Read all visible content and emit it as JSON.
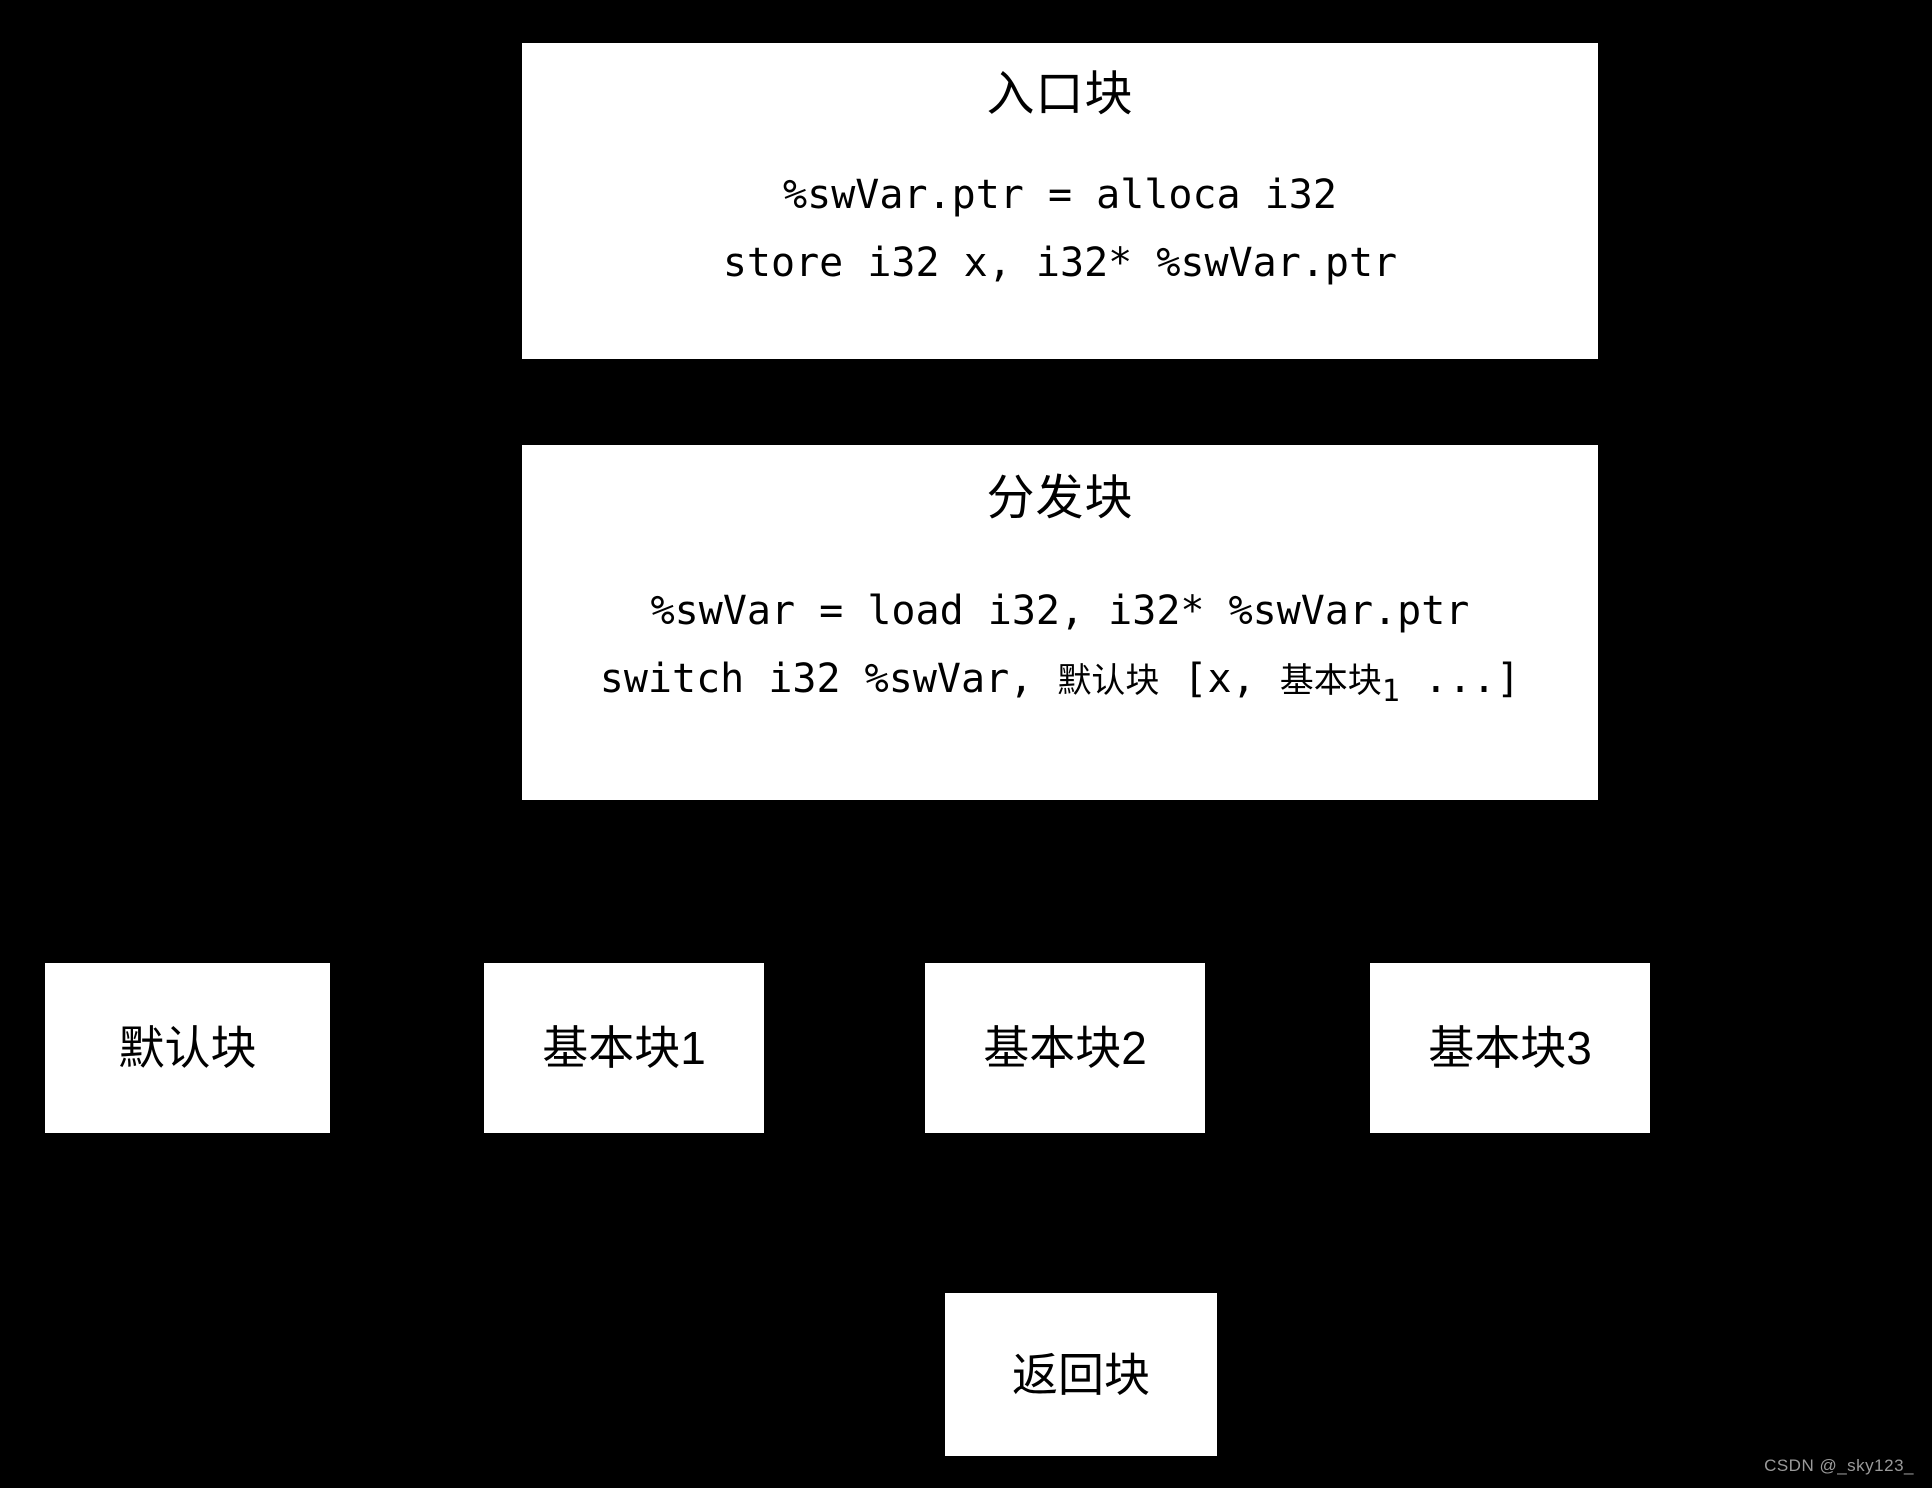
{
  "diagram": {
    "background_color": "#000000",
    "block_color": "#ffffff",
    "text_color": "#000000"
  },
  "entry_block": {
    "title": "入口块",
    "code_lines": [
      "%swVar.ptr = alloca i32",
      "store i32 x, i32* %swVar.ptr"
    ]
  },
  "dispatch_block": {
    "title": "分发块",
    "code_line_1": "%swVar = load i32, i32* %swVar.ptr",
    "switch_line": {
      "prefix": "switch i32 %swVar, ",
      "default_label": "默认块",
      "bracket_open": " [x, ",
      "case_label": "基本块",
      "case_subscript": "1",
      "ellipsis": " ...",
      "bracket_close": "]"
    }
  },
  "case_blocks": [
    {
      "label": "默认块"
    },
    {
      "label": "基本块1"
    },
    {
      "label": "基本块2"
    },
    {
      "label": "基本块3"
    }
  ],
  "return_block": {
    "label": "返回块"
  },
  "watermark": {
    "text": "CSDN @_sky123_"
  }
}
